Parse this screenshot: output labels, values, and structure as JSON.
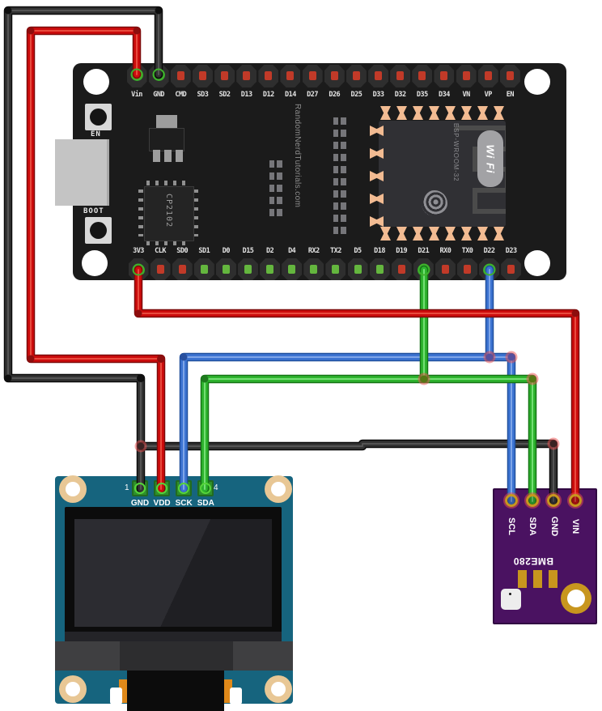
{
  "esp32": {
    "name": "ESP32 DevKit board",
    "silkscreen": "RandomNerdTutorials.com",
    "chip_label": "CP2102",
    "module_label": "ESP-WROOM-32",
    "wifi_logo": "Wi Fi",
    "en_button": "EN",
    "boot_button": "BOOT",
    "top_pins": [
      {
        "label": "Vin",
        "pad": "wire-red"
      },
      {
        "label": "GND",
        "pad": "wire-black"
      },
      {
        "label": "CMD",
        "pad": "red"
      },
      {
        "label": "SD3",
        "pad": "red"
      },
      {
        "label": "SD2",
        "pad": "red"
      },
      {
        "label": "D13",
        "pad": "red"
      },
      {
        "label": "D12",
        "pad": "red"
      },
      {
        "label": "D14",
        "pad": "red"
      },
      {
        "label": "D27",
        "pad": "red"
      },
      {
        "label": "D26",
        "pad": "red"
      },
      {
        "label": "D25",
        "pad": "red"
      },
      {
        "label": "D33",
        "pad": "red"
      },
      {
        "label": "D32",
        "pad": "red"
      },
      {
        "label": "D35",
        "pad": "red"
      },
      {
        "label": "D34",
        "pad": "red"
      },
      {
        "label": "VN",
        "pad": "red"
      },
      {
        "label": "VP",
        "pad": "red"
      },
      {
        "label": "EN",
        "pad": "red"
      }
    ],
    "bottom_pins": [
      {
        "label": "3V3",
        "pad": "wire-red"
      },
      {
        "label": "CLK",
        "pad": "red"
      },
      {
        "label": "SD0",
        "pad": "red"
      },
      {
        "label": "SD1",
        "pad": "green"
      },
      {
        "label": "D0",
        "pad": "green"
      },
      {
        "label": "D15",
        "pad": "green"
      },
      {
        "label": "D2",
        "pad": "green"
      },
      {
        "label": "D4",
        "pad": "green"
      },
      {
        "label": "RX2",
        "pad": "green"
      },
      {
        "label": "TX2",
        "pad": "green"
      },
      {
        "label": "D5",
        "pad": "green"
      },
      {
        "label": "D18",
        "pad": "green"
      },
      {
        "label": "D19",
        "pad": "red"
      },
      {
        "label": "D21",
        "pad": "wire-green"
      },
      {
        "label": "RX0",
        "pad": "red"
      },
      {
        "label": "TX0",
        "pad": "red"
      },
      {
        "label": "D22",
        "pad": "wire-blue"
      },
      {
        "label": "D23",
        "pad": "red"
      }
    ]
  },
  "oled": {
    "name": "OLED display module",
    "pins": [
      {
        "label": "GND"
      },
      {
        "label": "VDD"
      },
      {
        "label": "SCK"
      },
      {
        "label": "SDA"
      }
    ],
    "pin_first": "1",
    "pin_last": "4"
  },
  "bme280": {
    "name": "BME280 sensor board",
    "label": "BME280",
    "pins": [
      {
        "label": "SCL"
      },
      {
        "label": "SDA"
      },
      {
        "label": "GND"
      },
      {
        "label": "VIN"
      }
    ]
  },
  "connections": [
    {
      "color": "red",
      "from": "ESP32 Vin",
      "to": "OLED VDD"
    },
    {
      "color": "black",
      "from": "ESP32 GND",
      "to": "OLED GND"
    },
    {
      "color": "black",
      "from": "OLED GND wire",
      "to": "BME280 GND"
    },
    {
      "color": "red",
      "from": "ESP32 3V3",
      "to": "BME280 VIN"
    },
    {
      "color": "green",
      "from": "ESP32 D21",
      "to": "OLED SDA and BME280 SDA"
    },
    {
      "color": "blue",
      "from": "ESP32 D22",
      "to": "OLED SCK and BME280 SCL"
    }
  ],
  "colors": {
    "wire_red": "#cd0c0c",
    "wire_black": "#333333",
    "wire_green": "#2eb42e",
    "wire_blue": "#3d74d2",
    "esp32_board": "#1b1b1b",
    "oled_pcb": "#16647e",
    "bme_pcb": "#4a1261",
    "gold": "#c8961e"
  }
}
